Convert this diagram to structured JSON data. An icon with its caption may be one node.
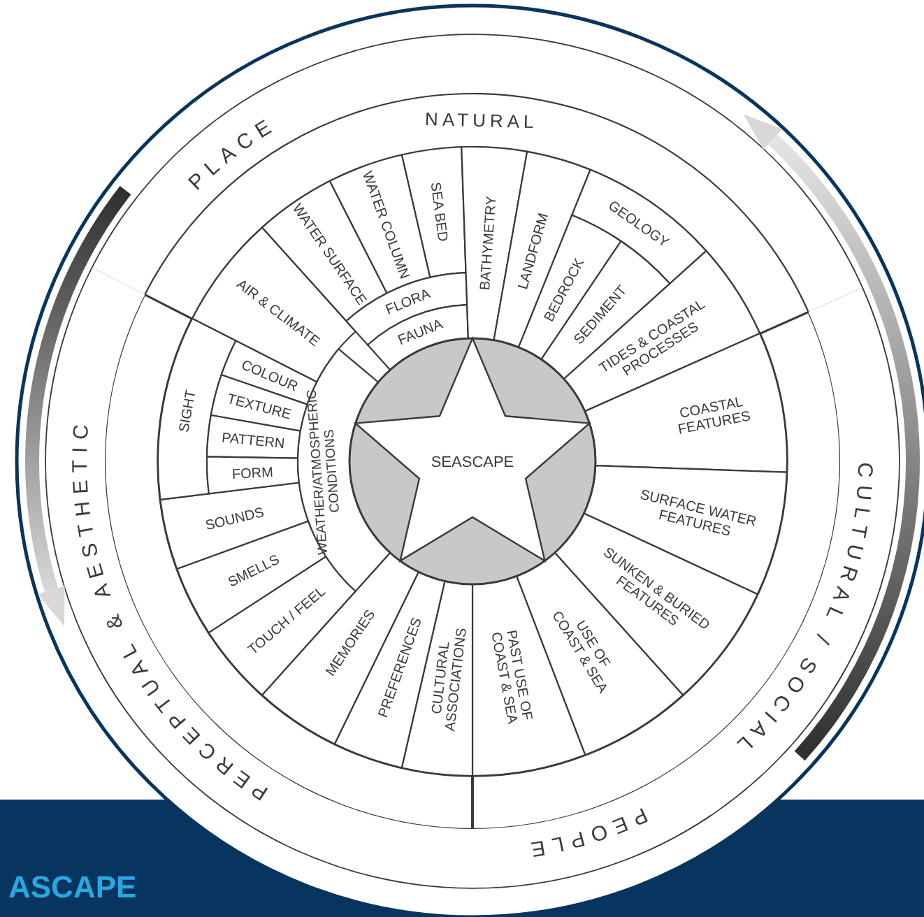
{
  "diagram": {
    "nodes": [
      {
        "text": [
          "PLACE"
        ]
      },
      {
        "text": [
          "NATURAL"
        ]
      },
      {
        "text": [
          "SEA BED"
        ]
      },
      {
        "text": [
          "WATER COLUMN"
        ]
      },
      {
        "text": [
          "WATER SURFACE"
        ]
      },
      {
        "text": [
          "AIR & CLIMATE"
        ]
      },
      {
        "text": [
          "FLORA"
        ]
      },
      {
        "text": [
          "FAUNA"
        ]
      },
      {
        "text": [
          "BATHYMETRY"
        ]
      },
      {
        "text": [
          "LANDFORM"
        ]
      },
      {
        "text": [
          "GEOLOGY"
        ]
      },
      {
        "text": [
          "BEDROCK"
        ]
      },
      {
        "text": [
          "SEDIMENT"
        ]
      },
      {
        "text": [
          "TIDES & COASTAL PROCESSES"
        ]
      },
      {
        "text": [
          "COASTAL FEATURES"
        ]
      },
      {
        "text": [
          "SURFACE WATER FEATURES"
        ]
      },
      {
        "text": [
          "SUNKEN & BURIED FEATURES"
        ]
      },
      {
        "text": [
          "USE OF COAST & SEA"
        ]
      },
      {
        "text": [
          "PAST USE OF COAST & SEA"
        ]
      },
      {
        "text": [
          "CULTURAL ASSOCIATIONS"
        ]
      },
      {
        "text": [
          "PREFERENCES"
        ]
      },
      {
        "text": [
          "MEMORIES"
        ]
      },
      {
        "text": [
          "TOUCH / FEEL"
        ]
      },
      {
        "text": [
          "SMELLS"
        ]
      },
      {
        "text": [
          "SOUNDS"
        ]
      },
      {
        "text": [
          "SIGHT"
        ]
      },
      {
        "text": [
          "COLOUR"
        ]
      },
      {
        "text": [
          "TEXTURE"
        ]
      },
      {
        "text": [
          "PATTERN"
        ]
      },
      {
        "text": [
          "FORM"
        ]
      },
      {
        "text": [
          "WEATHER/ATMOSPHERIC CONDITIONS"
        ]
      },
      {
        "text": [
          "SEASCAPE"
        ]
      },
      {
        "text": [
          "CULTURAL / SOCIAL"
        ]
      },
      {
        "text": [
          "PEOPLE"
        ]
      },
      {
        "text": [
          "PERCEPTUAL & AESTHETIC"
        ]
      }
    ],
    "labels": [
      "ASCAPE"
    ]
  }
}
